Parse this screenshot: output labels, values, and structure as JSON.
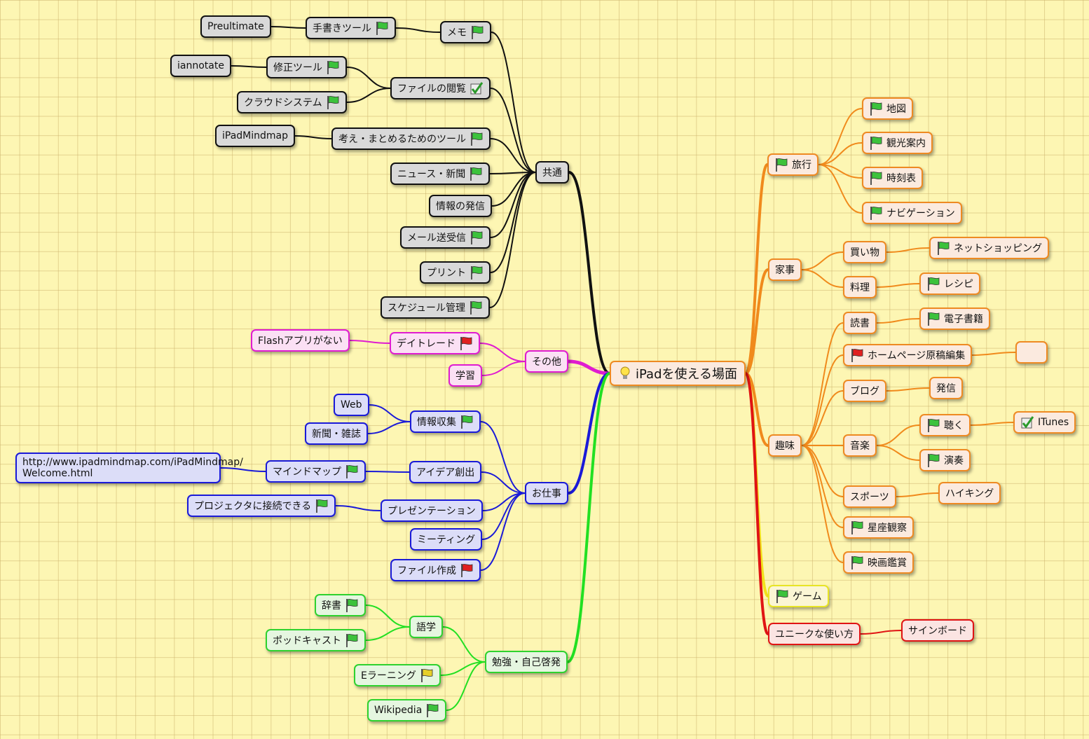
{
  "root": {
    "label": "iPadを使える場面",
    "icon": "lightbulb-icon"
  },
  "colors": {
    "black": "#111111",
    "magenta": "#e01cd0",
    "blue": "#1a1ad8",
    "green": "#22e022",
    "orange": "#f08a1c",
    "yellow": "#f2e21a",
    "red": "#e01414"
  },
  "nodes": [
    {
      "id": "kyotsu",
      "label": "共通",
      "icon": null
    },
    {
      "id": "memo",
      "label": "メモ",
      "icon": "green-flag-icon"
    },
    {
      "id": "tegaki",
      "label": "手書きツール",
      "icon": "green-flag-icon"
    },
    {
      "id": "preultimate",
      "label": "Preultimate",
      "icon": null
    },
    {
      "id": "file_etsuran",
      "label": "ファイルの閲覧",
      "icon": "checkmark-icon"
    },
    {
      "id": "shusei",
      "label": "修正ツール",
      "icon": "green-flag-icon"
    },
    {
      "id": "iannotate",
      "label": "iannotate",
      "icon": null
    },
    {
      "id": "cloud",
      "label": "クラウドシステム",
      "icon": "green-flag-icon"
    },
    {
      "id": "kangae",
      "label": "考え・まとめるためのツール",
      "icon": "green-flag-icon"
    },
    {
      "id": "ipadmindmap",
      "label": "iPadMindmap",
      "icon": null
    },
    {
      "id": "news",
      "label": "ニュース・新聞",
      "icon": "green-flag-icon"
    },
    {
      "id": "joho_hasshin",
      "label": "情報の発信",
      "icon": null
    },
    {
      "id": "mail",
      "label": "メール送受信",
      "icon": "green-flag-icon"
    },
    {
      "id": "print",
      "label": "プリント",
      "icon": "green-flag-icon"
    },
    {
      "id": "schedule",
      "label": "スケジュール管理",
      "icon": "green-flag-icon"
    },
    {
      "id": "sonota",
      "label": "その他",
      "icon": null
    },
    {
      "id": "daytrade",
      "label": "デイトレード",
      "icon": "red-flag-icon"
    },
    {
      "id": "flash",
      "label": "Flashアプリがない",
      "icon": null
    },
    {
      "id": "gakushu",
      "label": "学習",
      "icon": null
    },
    {
      "id": "oshigoto",
      "label": "お仕事",
      "icon": null
    },
    {
      "id": "joho_shushu",
      "label": "情報収集",
      "icon": "green-flag-icon"
    },
    {
      "id": "web",
      "label": "Web",
      "icon": null
    },
    {
      "id": "shinbun_zasshi",
      "label": "新聞・雑誌",
      "icon": null
    },
    {
      "id": "idea",
      "label": "アイデア創出",
      "icon": null
    },
    {
      "id": "mindmap",
      "label": "マインドマップ",
      "icon": "green-flag-icon"
    },
    {
      "id": "url",
      "label": "http://www.ipadmindmap.com/iPadMindmap/ Welcome.html",
      "icon": null
    },
    {
      "id": "presen",
      "label": "プレゼンテーション",
      "icon": null
    },
    {
      "id": "projector",
      "label": "プロジェクタに接続できる",
      "icon": "green-flag-icon"
    },
    {
      "id": "meeting",
      "label": "ミーティング",
      "icon": null
    },
    {
      "id": "file_sakusei",
      "label": "ファイル作成",
      "icon": "red-flag-icon"
    },
    {
      "id": "benkyo",
      "label": "勉強・自己啓発",
      "icon": null
    },
    {
      "id": "gogaku",
      "label": "語学",
      "icon": null
    },
    {
      "id": "jisho",
      "label": "辞書",
      "icon": "green-flag-icon"
    },
    {
      "id": "podcast",
      "label": "ポッドキャスト",
      "icon": "green-flag-icon"
    },
    {
      "id": "elearning",
      "label": "Eラーニング",
      "icon": "yellow-flag-icon"
    },
    {
      "id": "wikipedia",
      "label": "Wikipedia",
      "icon": "green-flag-icon"
    },
    {
      "id": "ryoko",
      "label": "旅行",
      "icon": "green-flag-icon"
    },
    {
      "id": "chizu",
      "label": "地図",
      "icon": "green-flag-icon"
    },
    {
      "id": "kanko",
      "label": "観光案内",
      "icon": "green-flag-icon"
    },
    {
      "id": "jikoku",
      "label": "時刻表",
      "icon": "green-flag-icon"
    },
    {
      "id": "navi",
      "label": "ナビゲーション",
      "icon": "green-flag-icon"
    },
    {
      "id": "kaji",
      "label": "家事",
      "icon": null
    },
    {
      "id": "kaimono",
      "label": "買い物",
      "icon": null
    },
    {
      "id": "netshop",
      "label": "ネットショッピング",
      "icon": "green-flag-icon"
    },
    {
      "id": "ryori",
      "label": "料理",
      "icon": null
    },
    {
      "id": "recipe",
      "label": "レシピ",
      "icon": "green-flag-icon"
    },
    {
      "id": "shumi",
      "label": "趣味",
      "icon": null
    },
    {
      "id": "dokusho",
      "label": "読書",
      "icon": null
    },
    {
      "id": "denshi",
      "label": "電子書籍",
      "icon": "green-flag-icon"
    },
    {
      "id": "homepage",
      "label": "ホームページ原稿編集",
      "icon": "red-flag-icon"
    },
    {
      "id": "empty",
      "label": "",
      "icon": null
    },
    {
      "id": "blog",
      "label": "ブログ",
      "icon": null
    },
    {
      "id": "hasshin",
      "label": "発信",
      "icon": null
    },
    {
      "id": "ongaku",
      "label": "音楽",
      "icon": null
    },
    {
      "id": "kiku",
      "label": "聴く",
      "icon": "green-flag-icon"
    },
    {
      "id": "itunes",
      "label": "ITunes",
      "icon": "checkmark-icon"
    },
    {
      "id": "ensou",
      "label": "演奏",
      "icon": "green-flag-icon"
    },
    {
      "id": "sports",
      "label": "スポーツ",
      "icon": null
    },
    {
      "id": "hiking",
      "label": "ハイキング",
      "icon": null
    },
    {
      "id": "seiza",
      "label": "星座観察",
      "icon": "green-flag-icon"
    },
    {
      "id": "eiga",
      "label": "映画鑑賞",
      "icon": "green-flag-icon"
    },
    {
      "id": "game",
      "label": "ゲーム",
      "icon": "green-flag-icon"
    },
    {
      "id": "unique",
      "label": "ユニークな使い方",
      "icon": null
    },
    {
      "id": "signboard",
      "label": "サインボード",
      "icon": null
    }
  ]
}
